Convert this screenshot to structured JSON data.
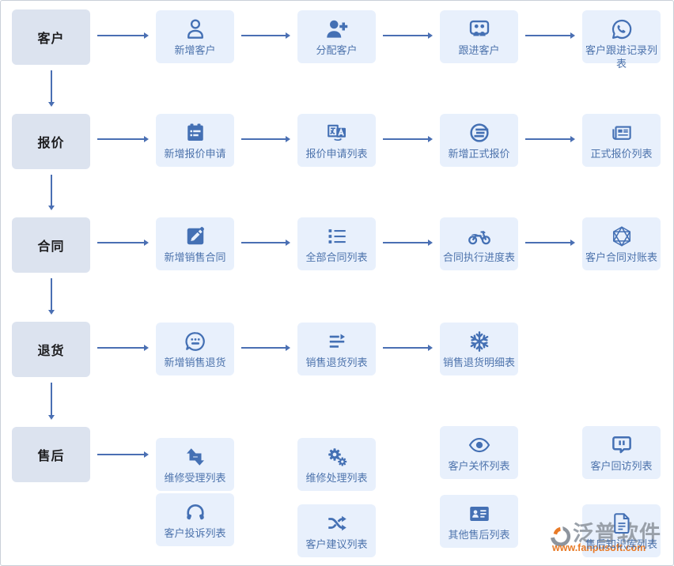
{
  "flow": {
    "rows": [
      {
        "category": "客户",
        "steps": [
          {
            "label": "新增客户",
            "icon": "user-outline"
          },
          {
            "label": "分配客户",
            "icon": "user-plus"
          },
          {
            "label": "跟进客户",
            "icon": "people-board"
          },
          {
            "label": "客户跟进记录列表",
            "icon": "phone-bubble"
          }
        ]
      },
      {
        "category": "报价",
        "steps": [
          {
            "label": "新增报价申请",
            "icon": "clipboard-form"
          },
          {
            "label": "报价申请列表",
            "icon": "translate"
          },
          {
            "label": "新增正式报价",
            "icon": "circle-lines"
          },
          {
            "label": "正式报价列表",
            "icon": "newspaper"
          }
        ]
      },
      {
        "category": "合同",
        "steps": [
          {
            "label": "新增销售合同",
            "icon": "edit-square"
          },
          {
            "label": "全部合同列表",
            "icon": "list-bullets"
          },
          {
            "label": "合同执行进度表",
            "icon": "motorcycle"
          },
          {
            "label": "客户合同对账表",
            "icon": "hexagon-wireframe"
          }
        ]
      },
      {
        "category": "退货",
        "steps": [
          {
            "label": "新增销售退货",
            "icon": "comment-dots"
          },
          {
            "label": "销售退货列表",
            "icon": "lines-arrow"
          },
          {
            "label": "销售退货明细表",
            "icon": "snowflake"
          }
        ]
      },
      {
        "category": "售后",
        "steps": [
          {
            "label": "维修受理列表",
            "icon": "loop-arrows"
          },
          {
            "label": "维修处理列表",
            "icon": "gears"
          },
          {
            "label": "客户关怀列表",
            "icon": "eye"
          },
          {
            "label": "客户回访列表",
            "icon": "chat-bubble"
          }
        ],
        "steps2": [
          {
            "label": "客户投诉列表",
            "icon": "headphones"
          },
          {
            "label": "客户建议列表",
            "icon": "shuffle"
          },
          {
            "label": "其他售后列表",
            "icon": "id-card"
          },
          {
            "label": "售后知识库列表",
            "icon": "document"
          }
        ]
      }
    ]
  },
  "watermark": {
    "brand": "泛普软件",
    "url": "www.fanpusoft.com"
  },
  "colors": {
    "accent": "#4470b4",
    "arrow": "#4a6fb3",
    "step_bg": "#e8f0fc",
    "category_bg": "#dce3ef",
    "label": "#4d73ac",
    "watermark_gray": "#99a0a9",
    "watermark_orange": "#e87a26"
  }
}
